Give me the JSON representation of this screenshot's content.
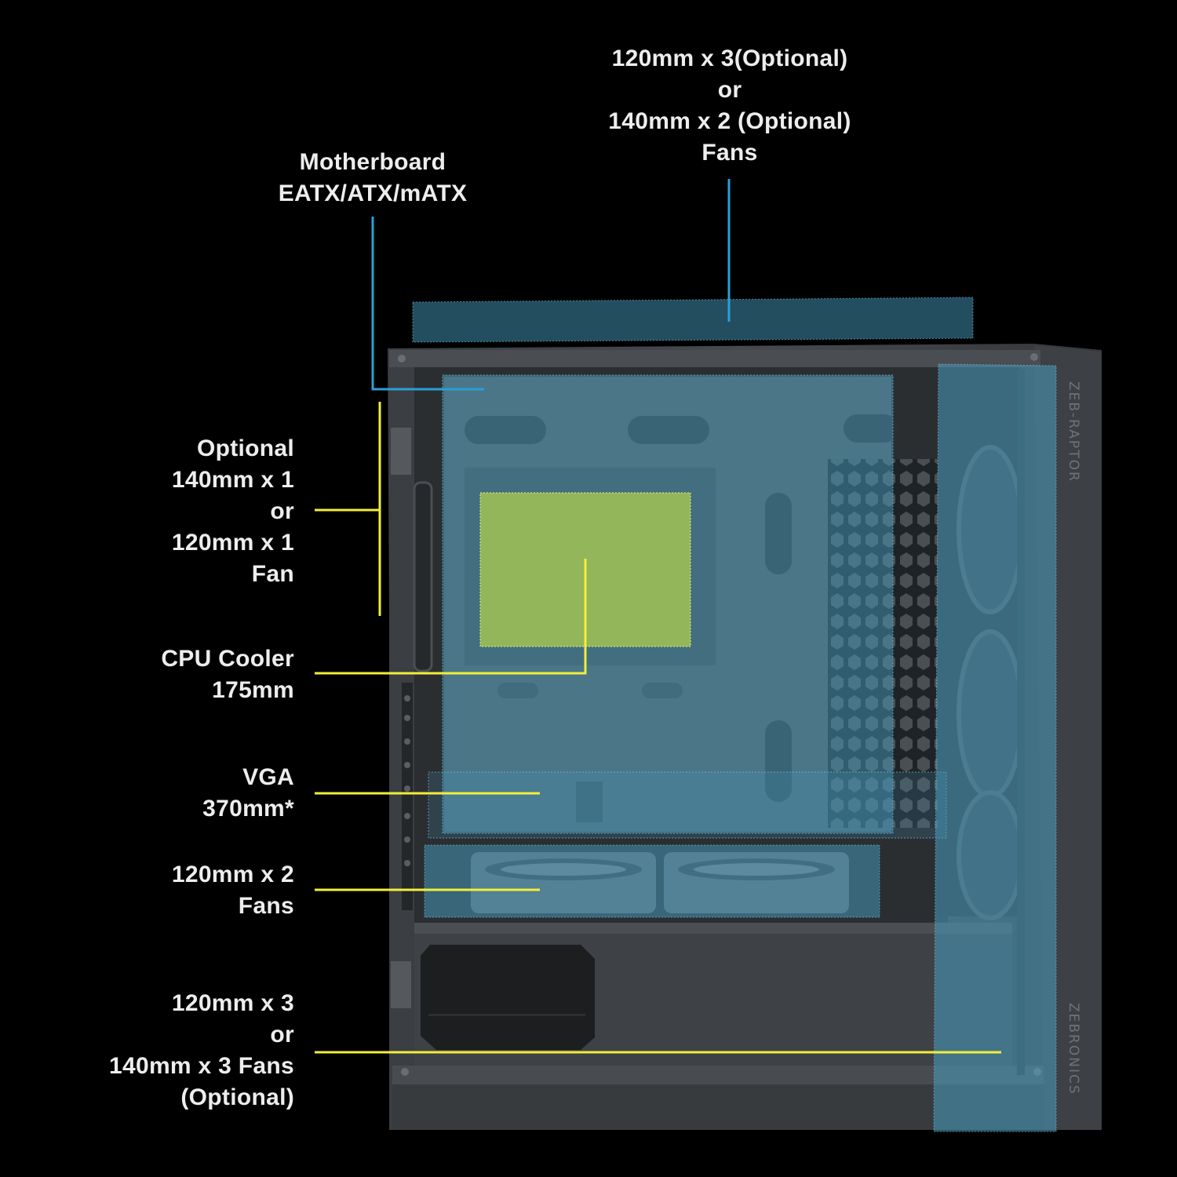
{
  "labels": {
    "top_fans": [
      "120mm x 3(Optional)",
      "or",
      "140mm x 2 (Optional)",
      "Fans"
    ],
    "motherboard": [
      "Motherboard",
      "EATX/ATX/mATX"
    ],
    "rear_fan": [
      "Optional",
      "140mm x 1",
      "or",
      "120mm x 1",
      "Fan"
    ],
    "cpu_cooler": [
      "CPU Cooler",
      "175mm"
    ],
    "vga": [
      "VGA",
      "370mm*"
    ],
    "bottom_fans": [
      "120mm x 2",
      "Fans"
    ],
    "front_fans": [
      "120mm x 3",
      "or",
      "140mm x 3 Fans",
      "(Optional)"
    ]
  },
  "branding": {
    "model": "ZEB-RAPTOR",
    "brand": "ZEBRONICS"
  },
  "colors": {
    "background": "#000000",
    "leader_blue": "#2a9fd8",
    "leader_yellow": "#f2ee3a",
    "zone_blue": "#4aa3c8",
    "zone_green": "#b9d94a",
    "label_text": "#ededed"
  }
}
